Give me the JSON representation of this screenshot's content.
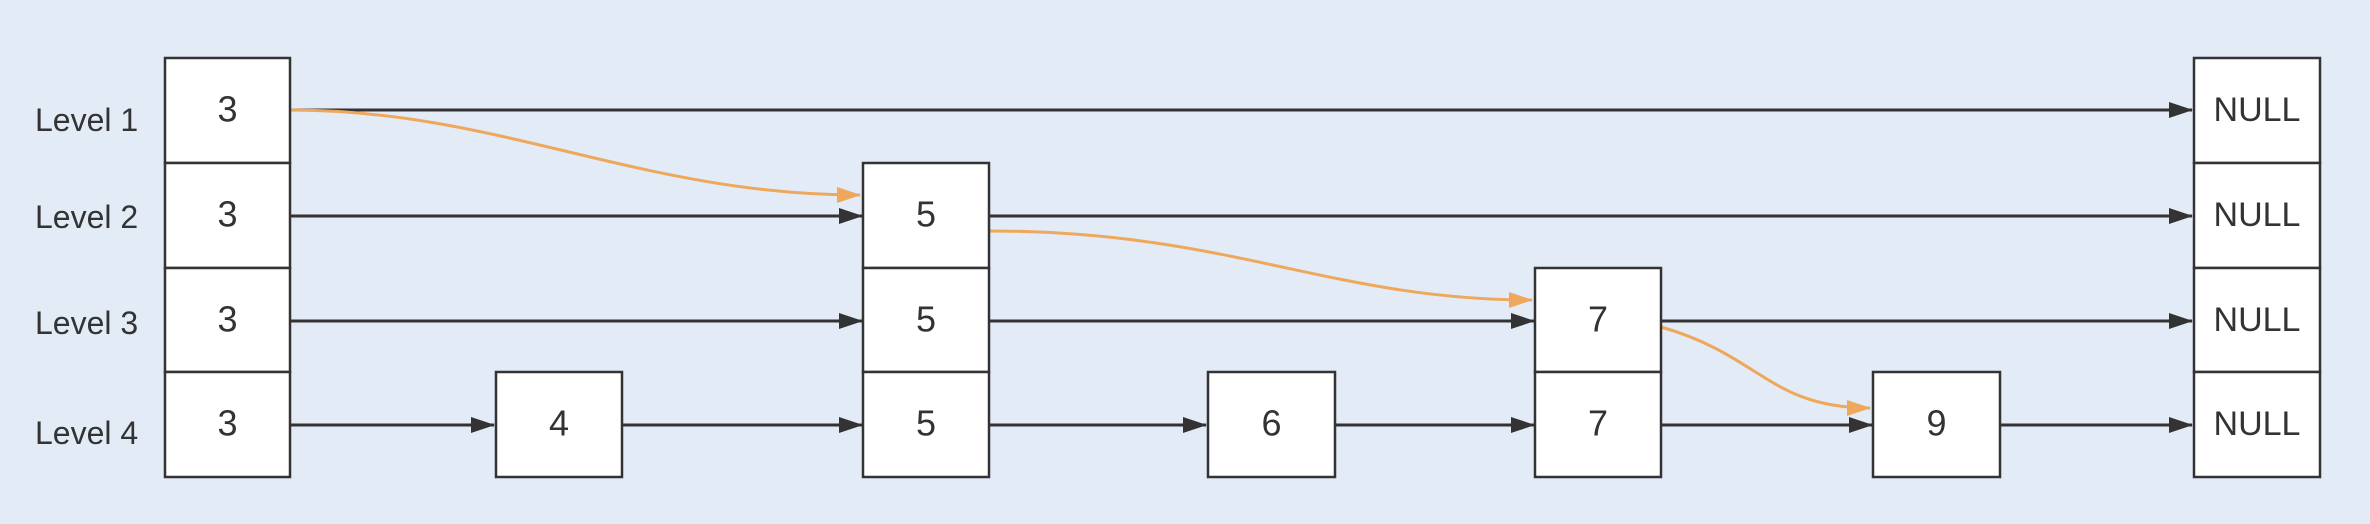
{
  "levels": [
    {
      "label": "Level 1"
    },
    {
      "label": "Level 2"
    },
    {
      "label": "Level 3"
    },
    {
      "label": "Level 4"
    }
  ],
  "nodes": [
    {
      "id": "n3-l1",
      "text": "3"
    },
    {
      "id": "n3-l2",
      "text": "3"
    },
    {
      "id": "n3-l3",
      "text": "3"
    },
    {
      "id": "n3-l4",
      "text": "3"
    },
    {
      "id": "n4-l4",
      "text": "4"
    },
    {
      "id": "n5-l2",
      "text": "5"
    },
    {
      "id": "n5-l3",
      "text": "5"
    },
    {
      "id": "n5-l4",
      "text": "5"
    },
    {
      "id": "n6-l4",
      "text": "6"
    },
    {
      "id": "n7-l3",
      "text": "7"
    },
    {
      "id": "n7-l4",
      "text": "7"
    },
    {
      "id": "n9-l4",
      "text": "9"
    },
    {
      "id": "null-l1",
      "text": "NULL"
    },
    {
      "id": "null-l2",
      "text": "NULL"
    },
    {
      "id": "null-l3",
      "text": "NULL"
    },
    {
      "id": "null-l4",
      "text": "NULL"
    }
  ],
  "edges": [
    {
      "from": "n3-l1",
      "to": "null-l1",
      "kind": "link"
    },
    {
      "from": "n3-l2",
      "to": "n5-l2",
      "kind": "link"
    },
    {
      "from": "n5-l2",
      "to": "null-l2",
      "kind": "link"
    },
    {
      "from": "n3-l3",
      "to": "n5-l3",
      "kind": "link"
    },
    {
      "from": "n5-l3",
      "to": "n7-l3",
      "kind": "link"
    },
    {
      "from": "n7-l3",
      "to": "null-l3",
      "kind": "link"
    },
    {
      "from": "n3-l4",
      "to": "n4-l4",
      "kind": "link"
    },
    {
      "from": "n4-l4",
      "to": "n5-l4",
      "kind": "link"
    },
    {
      "from": "n5-l4",
      "to": "n6-l4",
      "kind": "link"
    },
    {
      "from": "n6-l4",
      "to": "n7-l4",
      "kind": "link"
    },
    {
      "from": "n7-l4",
      "to": "n9-l4",
      "kind": "link"
    },
    {
      "from": "n9-l4",
      "to": "null-l4",
      "kind": "link"
    },
    {
      "from": "n3-l1",
      "to": "n5-l2",
      "kind": "search-path"
    },
    {
      "from": "n5-l2",
      "to": "n7-l3",
      "kind": "search-path"
    },
    {
      "from": "n7-l3",
      "to": "n9-l4",
      "kind": "search-path"
    }
  ],
  "colors": {
    "background": "#e3ebf7",
    "node_fill": "#ffffff",
    "stroke": "#333333",
    "search_path": "#eea85b"
  }
}
